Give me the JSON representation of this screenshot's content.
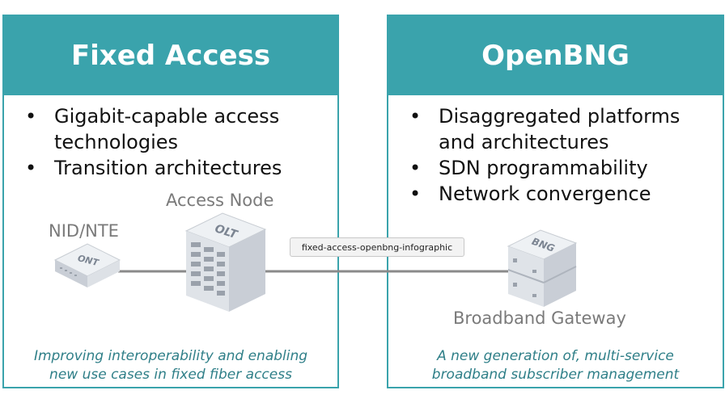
{
  "left_panel": {
    "title": "Fixed Access",
    "bullets": [
      "Gigabit-capable access technologies",
      "Transition architectures"
    ],
    "caption_lines": [
      "Improving interoperability and enabling",
      "new use cases in fixed fiber access"
    ]
  },
  "right_panel": {
    "title": "OpenBNG",
    "bullets": [
      "Disaggregated platforms and architectures",
      "SDN programmability",
      "Network convergence"
    ],
    "caption_lines": [
      "A new generation of, multi-service",
      "broadband subscriber management"
    ]
  },
  "devices": {
    "nid_label": "NID/NTE",
    "ont_text": "ONT",
    "access_node_label": "Access Node",
    "olt_text": "OLT",
    "bng_text": "BNG",
    "bng_label": "Broadband Gateway"
  },
  "tooltip": "fixed-access-openbng-infographic",
  "colors": {
    "accent": "#3aa3ac",
    "caption": "#2f7f88"
  }
}
